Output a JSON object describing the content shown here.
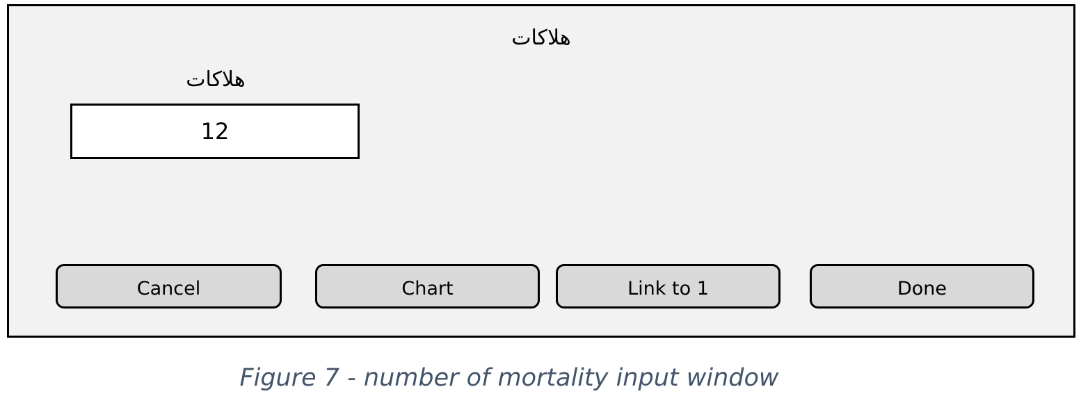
{
  "window": {
    "title": "هلاكات",
    "field_label": "هلاكات",
    "field_value": "12"
  },
  "buttons": {
    "cancel": "Cancel",
    "chart": "Chart",
    "link": "Link to 1",
    "done": "Done"
  },
  "caption": "Figure 7 - number of mortality input window",
  "colors": {
    "window_bg": "#f2f2f2",
    "button_bg": "#d9d9d9",
    "border": "#000000",
    "caption_text": "#44546a"
  }
}
